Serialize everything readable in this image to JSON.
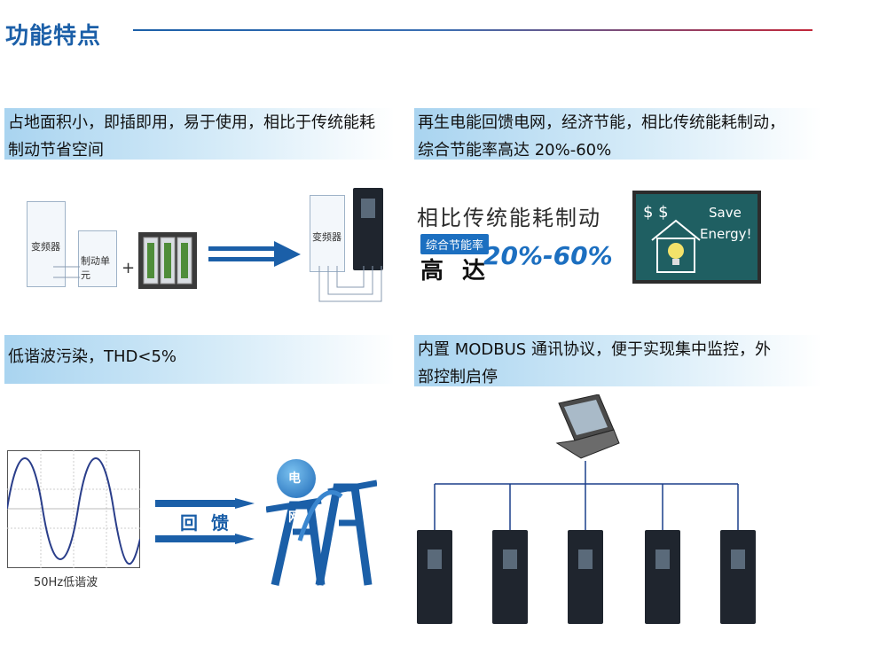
{
  "header": {
    "title": "功能特点"
  },
  "features": [
    {
      "line1": "占地面积小，即插即用，易于使用，相比于传统能耗",
      "line2": "制动节省空间"
    },
    {
      "line1": "再生电能回馈电网，经济节能，相比传统能耗制动，",
      "line2": "综合节能率高达 20%-60%"
    },
    {
      "line1": "低谐波污染，THD<5%",
      "line2": ""
    },
    {
      "line1": "内置 MODBUS 通讯协议，便于实现集中监控，外",
      "line2": "部控制启停"
    }
  ],
  "diagram1": {
    "inverter_label": "变频器",
    "brake_unit_label": "制动单元",
    "plus": "+",
    "inverter_label_right": "变频器"
  },
  "energy": {
    "headline": "相比传统能耗制动",
    "badge": "综合节能率",
    "prefix": "高 达",
    "percent": "20%-60%",
    "board_text1": "Save",
    "board_text2": "Energy!"
  },
  "harmonic": {
    "wave_label": "50Hz低谐波",
    "feedback_text": "回 馈",
    "grid_label": "电 网"
  },
  "colors": {
    "accent": "#1b5fa8",
    "band": "#a9d4f0",
    "line_red": "#c2273a"
  }
}
